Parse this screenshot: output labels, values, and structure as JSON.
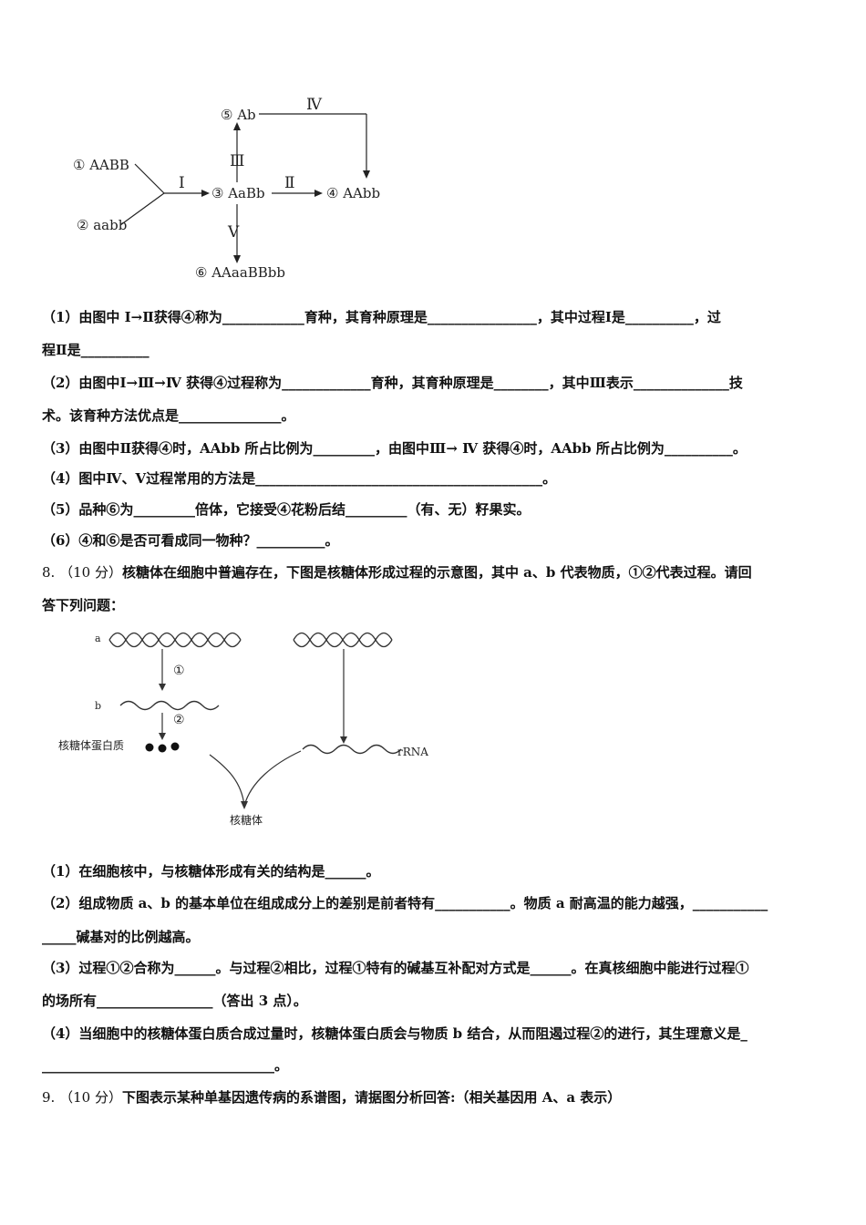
{
  "fig1": {
    "n1": "① AABB",
    "n2": "② aabb",
    "n3": "③ AaBb",
    "n4": "④ AAbb",
    "n5": "⑤ Ab",
    "n6": "⑥ AAaaBBbb",
    "p1": "Ⅰ",
    "p2": "Ⅱ",
    "p3": "Ⅲ",
    "p4": "Ⅳ",
    "p5": "Ⅴ"
  },
  "q7": {
    "l1": "（1）由图中 Ⅰ→Ⅱ获得④称为____________育种，其育种原理是________________，其中过程Ⅰ是__________，过",
    "l2": "程Ⅱ是__________",
    "l3": "（2）由图中Ⅰ→Ⅲ→Ⅳ 获得④过程称为_____________育种，其育种原理是________，其中Ⅲ表示______________技",
    "l4": "术。该育种方法优点是_______________。",
    "l5": "（3）由图中Ⅱ获得④时，AAbb 所占比例为_________，由图中Ⅲ→ Ⅳ 获得④时，AAbb 所占比例为__________。",
    "l6": "（4）图中Ⅳ、Ⅴ过程常用的方法是__________________________________________。",
    "l7": "（5）品种⑥为_________倍体，它接受④花粉后结_________（有、无）籽果实。",
    "l8": "（6）④和⑥是否可看成同一物种？__________。"
  },
  "q8": {
    "num": "8.",
    "score": "（10 分）",
    "stem1": "核糖体在细胞中普遍存在，下图是核糖体形成过程的示意图，其中 a、b 代表物质，①②代表过程。请回",
    "stem2": "答下列问题：",
    "fig": {
      "a": "a",
      "b": "b",
      "s1": "①",
      "s2": "②",
      "protein": "核糖体蛋白质",
      "rrna": "rRNA",
      "ribosome": "核糖体"
    },
    "l1": "（1）在细胞核中，与核糖体形成有关的结构是______。",
    "l2": "（2）组成物质 a、b 的基本单位在组成成分上的差别是前者特有___________。物质 a 耐高温的能力越强，___________",
    "l3": "_____碱基对的比例越高。",
    "l4": "（3）过程①②合称为______。与过程②相比，过程①特有的碱基互补配对方式是______。在真核细胞中能进行过程①",
    "l5": "的场所有_________________（答出 3 点）。",
    "l6": "（4）当细胞中的核糖体蛋白质合成过量时，核糖体蛋白质会与物质 b 结合，从而阻遏过程②的进行，其生理意义是_",
    "l7": "__________________________________。"
  },
  "q9": {
    "num": "9.",
    "score": "（10 分）",
    "stem": "下图表示某种单基因遗传病的系谱图，请据图分析回答:（相关基因用 A、a 表示）"
  }
}
